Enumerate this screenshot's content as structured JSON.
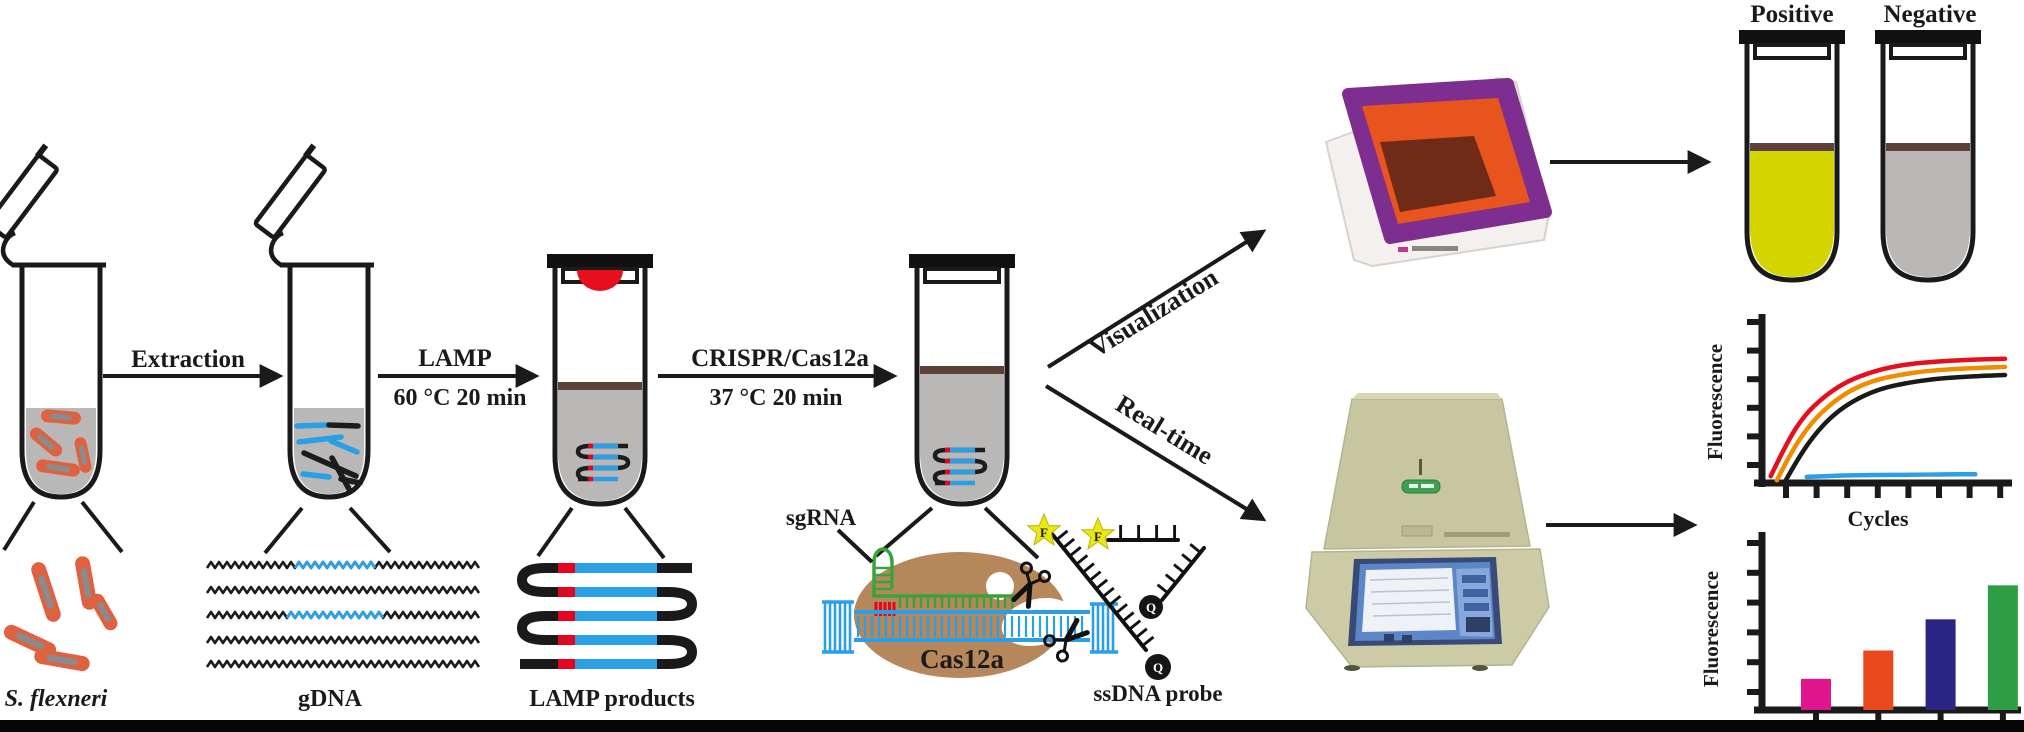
{
  "figure": {
    "labels": {
      "sample": "S. flexneri",
      "gdna": "gDNA",
      "lamp_products": "LAMP products",
      "sgrna": "sgRNA",
      "cas12a": "Cas12a",
      "ssdna_probe": "ssDNA probe",
      "positive": "Positive",
      "negative": "Negative",
      "fluorophore": "F",
      "quencher": "Q"
    },
    "arrows": {
      "extraction": "Extraction",
      "lamp": "LAMP",
      "lamp_condition": "60 °C 20 min",
      "crispr": "CRISPR/Cas12a",
      "crispr_condition": "37 °C 20 min",
      "visualization": "Visualization",
      "realtime": "Real-time"
    },
    "colors": {
      "tube_liquid_gray": "#b9b8b6",
      "positive_liquid_yellow": "#d3d400",
      "meniscus_brown": "#5d4037",
      "bacteria_orange": "#e0613f",
      "bacteria_stripe_gray": "#8b8a8c",
      "dna_blue": "#2b9fe5",
      "dna_red": "#e40520",
      "dna_black": "#1c1c1c",
      "sgrna_green": "#3aa23a",
      "cas12a_tan": "#b5875a",
      "star_yellow": "#e9e714",
      "cap_red_dome": "#e50f1e",
      "transilluminator_purple": "#7e2e8e",
      "transilluminator_orange": "#e8541e",
      "device_beige": "#c7c6a1"
    }
  },
  "chart_data": [
    {
      "type": "line",
      "xlabel": "Cycles",
      "ylabel": "Fluorescence",
      "x_range": [
        0,
        10
      ],
      "y_range": [
        0,
        1
      ],
      "x_tick_count": 8,
      "y_tick_count": 6,
      "tick_labels": "none (unlabeled axis ticks)",
      "legend": "none",
      "series": [
        {
          "name": "amplification-red",
          "color": "#e50f1e",
          "x": [
            0.35,
            1.0,
            1.7,
            2.5,
            3.3,
            4.2,
            5.2,
            6.3,
            7.5,
            8.7,
            9.8
          ],
          "y": [
            0.05,
            0.3,
            0.5,
            0.64,
            0.74,
            0.81,
            0.86,
            0.89,
            0.905,
            0.915,
            0.92
          ]
        },
        {
          "name": "amplification-orange",
          "color": "#f08c00",
          "x": [
            0.6,
            1.2,
            2.0,
            2.8,
            3.6,
            4.5,
            5.5,
            6.6,
            7.8,
            9.0,
            9.8
          ],
          "y": [
            0.02,
            0.24,
            0.45,
            0.59,
            0.69,
            0.76,
            0.8,
            0.83,
            0.845,
            0.855,
            0.86
          ]
        },
        {
          "name": "amplification-black",
          "color": "#1a1a1a",
          "x": [
            0.9,
            1.5,
            2.3,
            3.1,
            3.9,
            4.8,
            5.8,
            6.9,
            8.0,
            9.0,
            9.8
          ],
          "y": [
            0.0,
            0.2,
            0.4,
            0.54,
            0.63,
            0.7,
            0.74,
            0.77,
            0.785,
            0.795,
            0.8
          ]
        },
        {
          "name": "negative-blue",
          "color": "#2b9fe5",
          "x": [
            1.8,
            3.0,
            4.5,
            6.0,
            7.5,
            8.6
          ],
          "y": [
            0.045,
            0.055,
            0.06,
            0.06,
            0.065,
            0.065
          ]
        }
      ]
    },
    {
      "type": "bar",
      "xlabel": "",
      "ylabel": "Fluorescence",
      "categories": [
        "",
        "",
        "",
        ""
      ],
      "values": [
        1.1,
        2.1,
        3.2,
        4.4
      ],
      "bar_colors": [
        "#e0148c",
        "#e8481c",
        "#2a2483",
        "#2e9e44"
      ],
      "ylim": [
        0,
        6
      ],
      "y_tick_count": 6,
      "x_tick_count": 4,
      "tick_labels": "none (unlabeled axis ticks)"
    }
  ]
}
